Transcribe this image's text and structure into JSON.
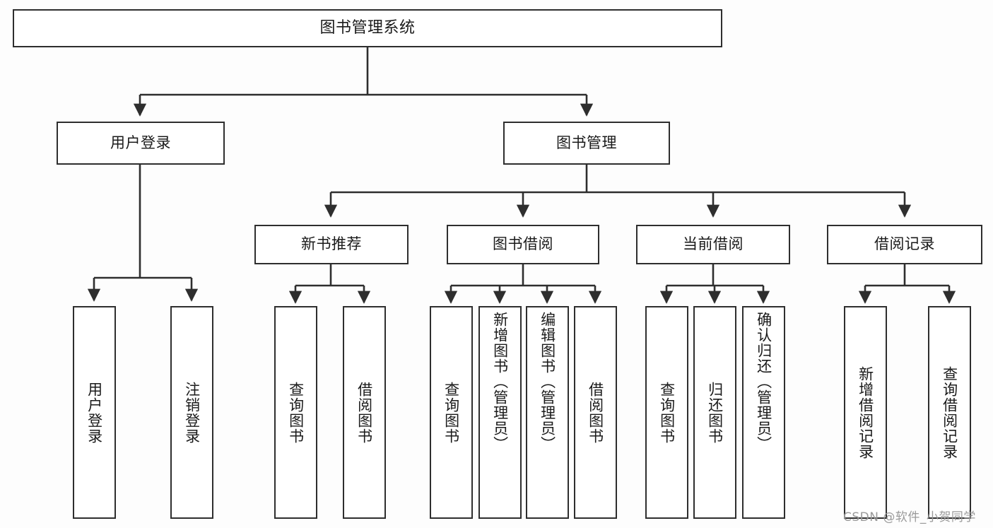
{
  "diagram": {
    "type": "tree",
    "title": "图书管理系统",
    "orientation": "top-down",
    "colors": {
      "background": "#fdfdfd",
      "node_fill": "#ffffff",
      "node_border": "#2e2e2e",
      "edge": "#2e2e2e",
      "text": "#1a1a1a",
      "watermark": "#9a9a9a"
    },
    "nodes": {
      "root": {
        "label": "图书管理系统",
        "level": 1
      },
      "user_login": {
        "label": "用户登录",
        "level": 2
      },
      "book_manage": {
        "label": "图书管理",
        "level": 2
      },
      "new_book_rec": {
        "label": "新书推荐",
        "level": 3
      },
      "book_borrow": {
        "label": "图书借阅",
        "level": 3
      },
      "current_borrow": {
        "label": "当前借阅",
        "level": 3
      },
      "borrow_record": {
        "label": "借阅记录",
        "level": 3
      },
      "leaf_user_login": {
        "label": "用户登录",
        "level": 4
      },
      "leaf_logout": {
        "label": "注销登录",
        "level": 4
      },
      "leaf_query_book_a": {
        "label": "查询图书",
        "level": 4
      },
      "leaf_borrow_book_a": {
        "label": "借阅图书",
        "level": 4
      },
      "leaf_query_book_b": {
        "label": "查询图书",
        "level": 4
      },
      "leaf_add_book": {
        "label": "新增图书（管理员）",
        "level": 4
      },
      "leaf_edit_book": {
        "label": "编辑图书（管理员）",
        "level": 4
      },
      "leaf_borrow_book_b": {
        "label": "借阅图书",
        "level": 4
      },
      "leaf_query_book_c": {
        "label": "查询图书",
        "level": 4
      },
      "leaf_return_book": {
        "label": "归还图书",
        "level": 4
      },
      "leaf_confirm_return": {
        "label": "确认归还（管理员）",
        "level": 4
      },
      "leaf_add_record": {
        "label": "新增借阅记录",
        "level": 4
      },
      "leaf_query_record": {
        "label": "查询借阅记录",
        "level": 4
      }
    },
    "edges": [
      {
        "from": "root",
        "to": "user_login"
      },
      {
        "from": "root",
        "to": "book_manage"
      },
      {
        "from": "user_login",
        "to": "leaf_user_login"
      },
      {
        "from": "user_login",
        "to": "leaf_logout"
      },
      {
        "from": "book_manage",
        "to": "new_book_rec"
      },
      {
        "from": "book_manage",
        "to": "book_borrow"
      },
      {
        "from": "book_manage",
        "to": "current_borrow"
      },
      {
        "from": "book_manage",
        "to": "borrow_record"
      },
      {
        "from": "new_book_rec",
        "to": "leaf_query_book_a"
      },
      {
        "from": "new_book_rec",
        "to": "leaf_borrow_book_a"
      },
      {
        "from": "book_borrow",
        "to": "leaf_query_book_b"
      },
      {
        "from": "book_borrow",
        "to": "leaf_add_book"
      },
      {
        "from": "book_borrow",
        "to": "leaf_edit_book"
      },
      {
        "from": "book_borrow",
        "to": "leaf_borrow_book_b"
      },
      {
        "from": "current_borrow",
        "to": "leaf_query_book_c"
      },
      {
        "from": "current_borrow",
        "to": "leaf_return_book"
      },
      {
        "from": "current_borrow",
        "to": "leaf_confirm_return"
      },
      {
        "from": "borrow_record",
        "to": "leaf_add_record"
      },
      {
        "from": "borrow_record",
        "to": "leaf_query_record"
      }
    ]
  },
  "watermark": {
    "text": "CSDN @软件_小贺同学"
  }
}
